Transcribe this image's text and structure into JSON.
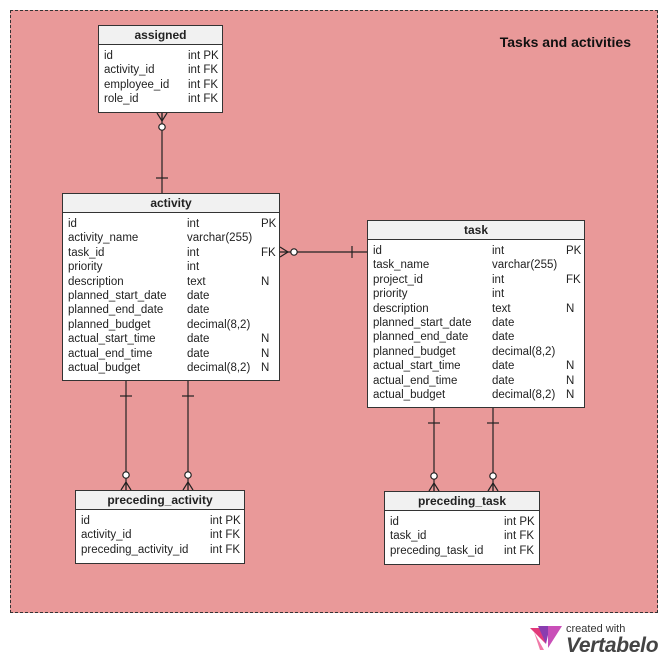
{
  "diagram": {
    "area_title": "Tasks and activities",
    "area_color": "#e99999",
    "line_color": "#222222",
    "tables": [
      {
        "name": "assigned",
        "columns": [
          {
            "name": "id",
            "type": "int",
            "key": "PK"
          },
          {
            "name": "activity_id",
            "type": "int",
            "key": "FK"
          },
          {
            "name": "employee_id",
            "type": "int",
            "key": "FK"
          },
          {
            "name": "role_id",
            "type": "int",
            "key": "FK"
          }
        ]
      },
      {
        "name": "activity",
        "columns": [
          {
            "name": "id",
            "type": "int",
            "key": "PK"
          },
          {
            "name": "activity_name",
            "type": "varchar(255)",
            "key": ""
          },
          {
            "name": "task_id",
            "type": "int",
            "key": "FK"
          },
          {
            "name": "priority",
            "type": "int",
            "key": ""
          },
          {
            "name": "description",
            "type": "text",
            "key": "N"
          },
          {
            "name": "planned_start_date",
            "type": "date",
            "key": ""
          },
          {
            "name": "planned_end_date",
            "type": "date",
            "key": ""
          },
          {
            "name": "planned_budget",
            "type": "decimal(8,2)",
            "key": ""
          },
          {
            "name": "actual_start_time",
            "type": "date",
            "key": "N"
          },
          {
            "name": "actual_end_time",
            "type": "date",
            "key": "N"
          },
          {
            "name": "actual_budget",
            "type": "decimal(8,2)",
            "key": "N"
          }
        ]
      },
      {
        "name": "task",
        "columns": [
          {
            "name": "id",
            "type": "int",
            "key": "PK"
          },
          {
            "name": "task_name",
            "type": "varchar(255)",
            "key": ""
          },
          {
            "name": "project_id",
            "type": "int",
            "key": "FK"
          },
          {
            "name": "priority",
            "type": "int",
            "key": ""
          },
          {
            "name": "description",
            "type": "text",
            "key": "N"
          },
          {
            "name": "planned_start_date",
            "type": "date",
            "key": ""
          },
          {
            "name": "planned_end_date",
            "type": "date",
            "key": ""
          },
          {
            "name": "planned_budget",
            "type": "decimal(8,2)",
            "key": ""
          },
          {
            "name": "actual_start_time",
            "type": "date",
            "key": "N"
          },
          {
            "name": "actual_end_time",
            "type": "date",
            "key": "N"
          },
          {
            "name": "actual_budget",
            "type": "decimal(8,2)",
            "key": "N"
          }
        ]
      },
      {
        "name": "preceding_activity",
        "columns": [
          {
            "name": "id",
            "type": "int",
            "key": "PK"
          },
          {
            "name": "activity_id",
            "type": "int",
            "key": "FK"
          },
          {
            "name": "preceding_activity_id",
            "type": "int",
            "key": "FK"
          }
        ]
      },
      {
        "name": "preceding_task",
        "columns": [
          {
            "name": "id",
            "type": "int",
            "key": "PK"
          },
          {
            "name": "task_id",
            "type": "int",
            "key": "FK"
          },
          {
            "name": "preceding_task_id",
            "type": "int",
            "key": "FK"
          }
        ]
      }
    ],
    "relationships": [
      {
        "parent": "activity",
        "child": "assigned",
        "type": "one-to-zero-or-many"
      },
      {
        "parent": "task",
        "child": "activity",
        "type": "one-to-zero-or-many"
      },
      {
        "parent": "activity",
        "child": "preceding_activity",
        "type": "one-to-zero-or-many"
      },
      {
        "parent": "activity",
        "child": "preceding_activity",
        "type": "one-to-zero-or-many"
      },
      {
        "parent": "task",
        "child": "preceding_task",
        "type": "one-to-zero-or-many"
      },
      {
        "parent": "task",
        "child": "preceding_task",
        "type": "one-to-zero-or-many"
      }
    ]
  },
  "branding": {
    "small_text": "created with",
    "big_text": "Vertabelo"
  }
}
